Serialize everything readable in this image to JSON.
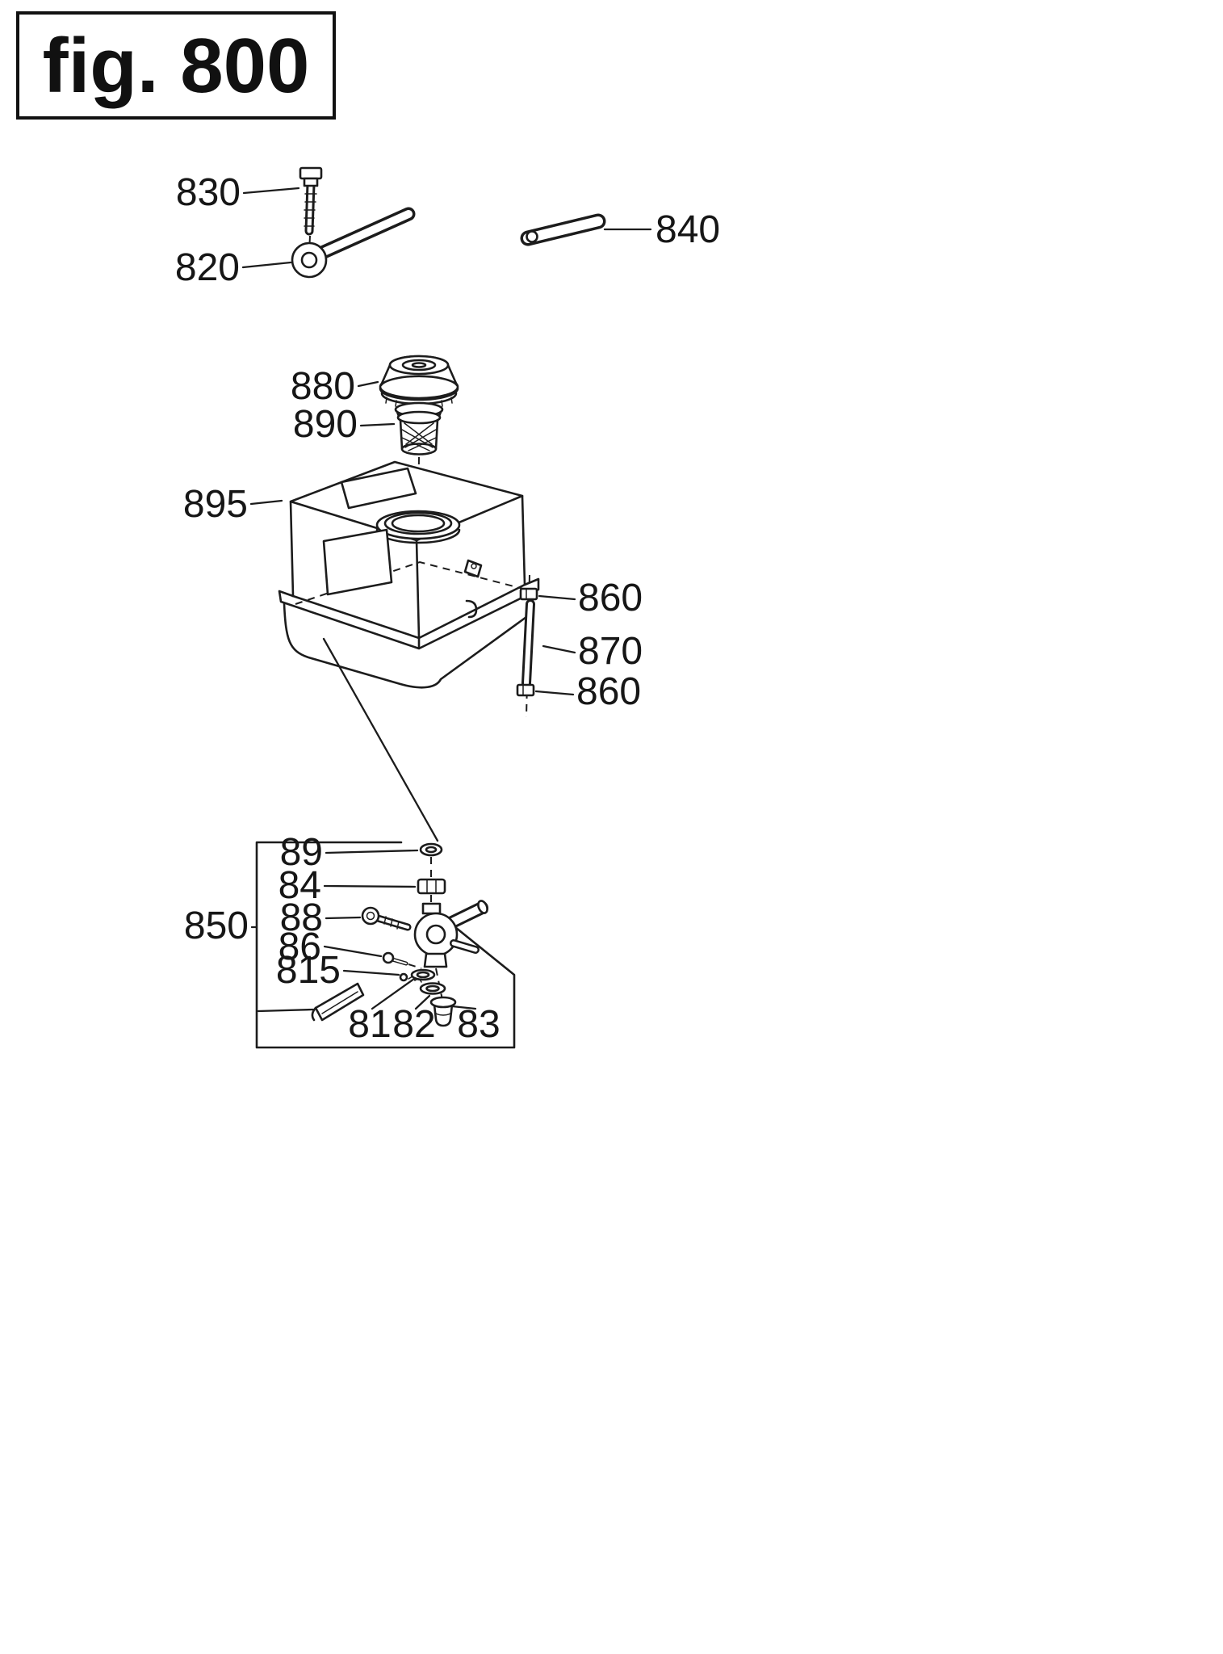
{
  "figure": {
    "title": "fig. 800"
  },
  "callouts": {
    "c830": "830",
    "c820": "820",
    "c840": "840",
    "c880": "880",
    "c890": "890",
    "c895": "895",
    "c860a": "860",
    "c870": "870",
    "c860b": "860",
    "c850": "850",
    "c89": "89",
    "c84": "84",
    "c88": "88",
    "c86": "86",
    "c815": "815",
    "c81": "81",
    "c82": "82",
    "c83": "83"
  },
  "colors": {
    "ink": "#1c1c1c",
    "paper": "#ffffff"
  }
}
